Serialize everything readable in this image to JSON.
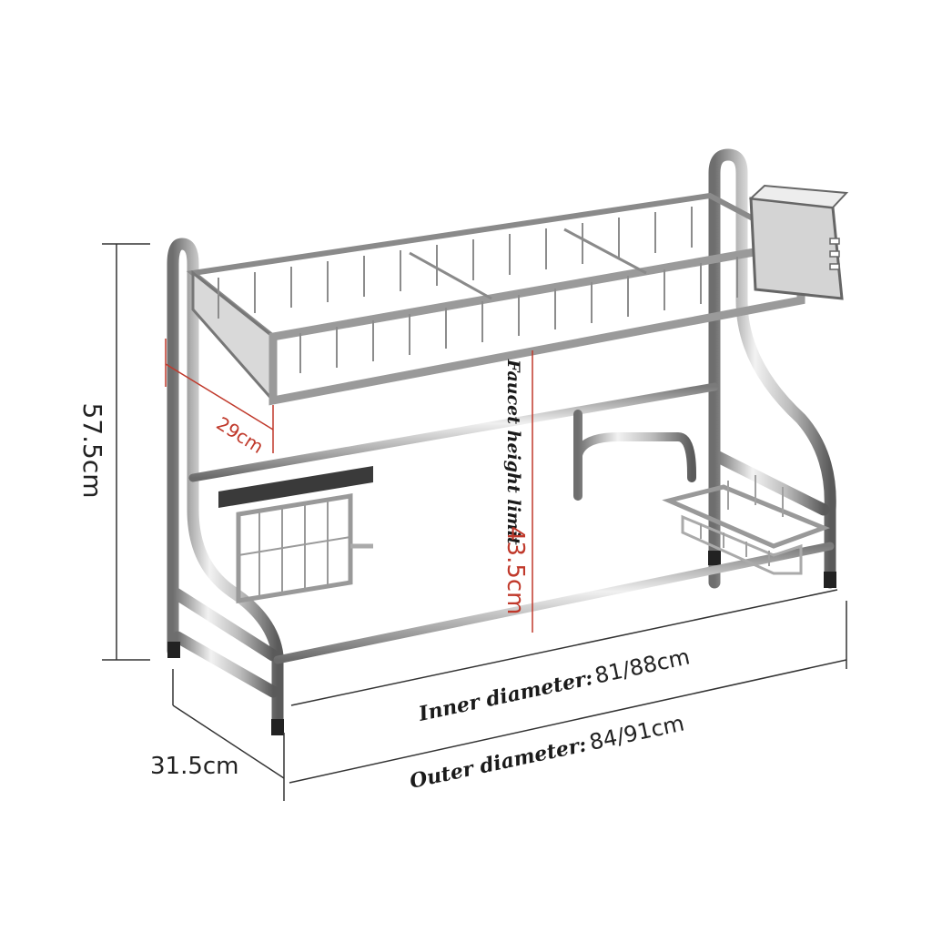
{
  "labels": {
    "height_total": "57.5cm",
    "depth_basket": "29cm",
    "faucet_prefix": "Faucet height limit",
    "faucet_value": "43.5cm",
    "inner_prefix": "Inner diameter:",
    "inner_value": "81/88cm",
    "outer_prefix": "Outer diameter:",
    "outer_value": "84/91cm",
    "depth_total": "31.5cm"
  },
  "colors": {
    "dimension_line": "#333333",
    "highlight_line": "#c0392b",
    "steel_light": "#e6e6e6",
    "steel_mid": "#a8a8a8",
    "steel_dark": "#555555"
  },
  "icons": [
    "dish-rack-illustration"
  ]
}
